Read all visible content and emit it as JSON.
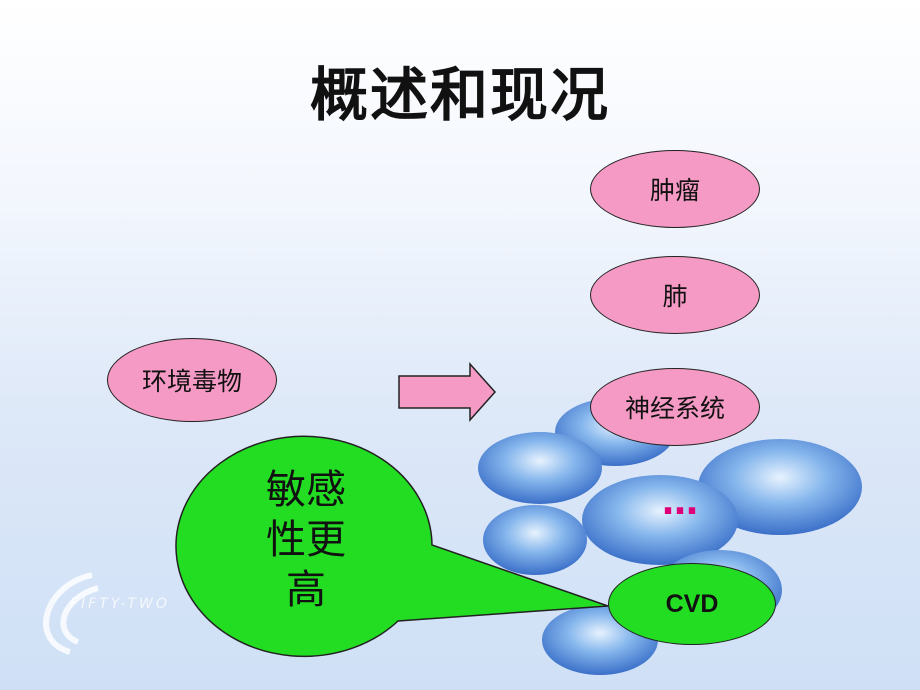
{
  "slide": {
    "title": "概述和现况",
    "source_label": "环境毒物",
    "targets": [
      "肿瘤",
      "肺",
      "神经系统"
    ],
    "ellipsis": "…",
    "last_target": "CVD",
    "callout": [
      "敏感",
      "性更",
      "高"
    ],
    "watermark": "FIFTY-TWO"
  },
  "colors": {
    "bubble_pink": "#f59ac4",
    "callout_green": "#22dd22",
    "ellipsis": "#dd0077"
  }
}
